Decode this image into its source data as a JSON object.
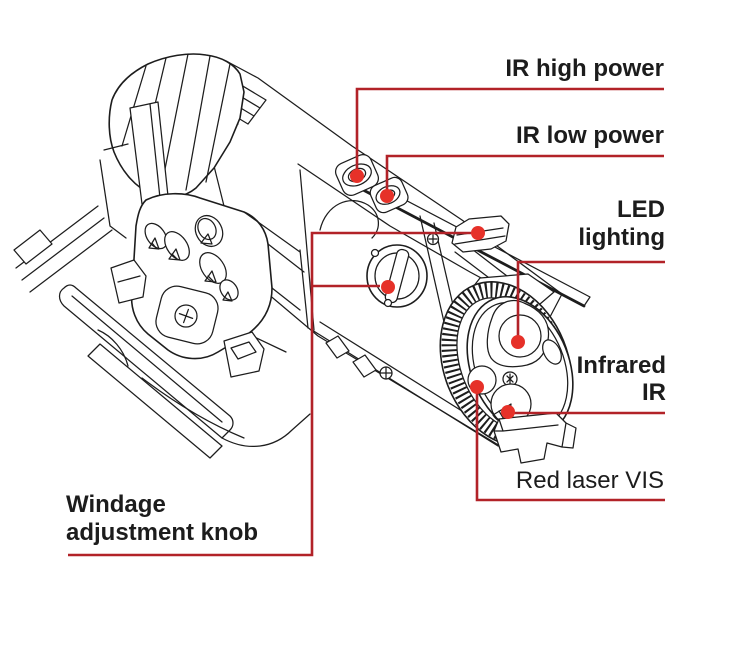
{
  "figure": {
    "background": "#ffffff",
    "ink_color": "#1d1d1d",
    "callout_line_color": "#b22228",
    "callout_dot_color": "#e63129",
    "callouts": [
      {
        "id": "ir-high-power",
        "lines": [
          "IR high power"
        ]
      },
      {
        "id": "ir-low-power",
        "lines": [
          "IR low power"
        ]
      },
      {
        "id": "led-lighting",
        "lines": [
          "LED",
          "lighting"
        ]
      },
      {
        "id": "infrared-ir",
        "lines": [
          "Infrared",
          "IR"
        ]
      },
      {
        "id": "red-laser-vis",
        "lines": [
          "Red laser VIS"
        ]
      },
      {
        "id": "windage-adjustment-knob",
        "lines": [
          "Windage",
          "adjustment knob"
        ]
      }
    ]
  }
}
